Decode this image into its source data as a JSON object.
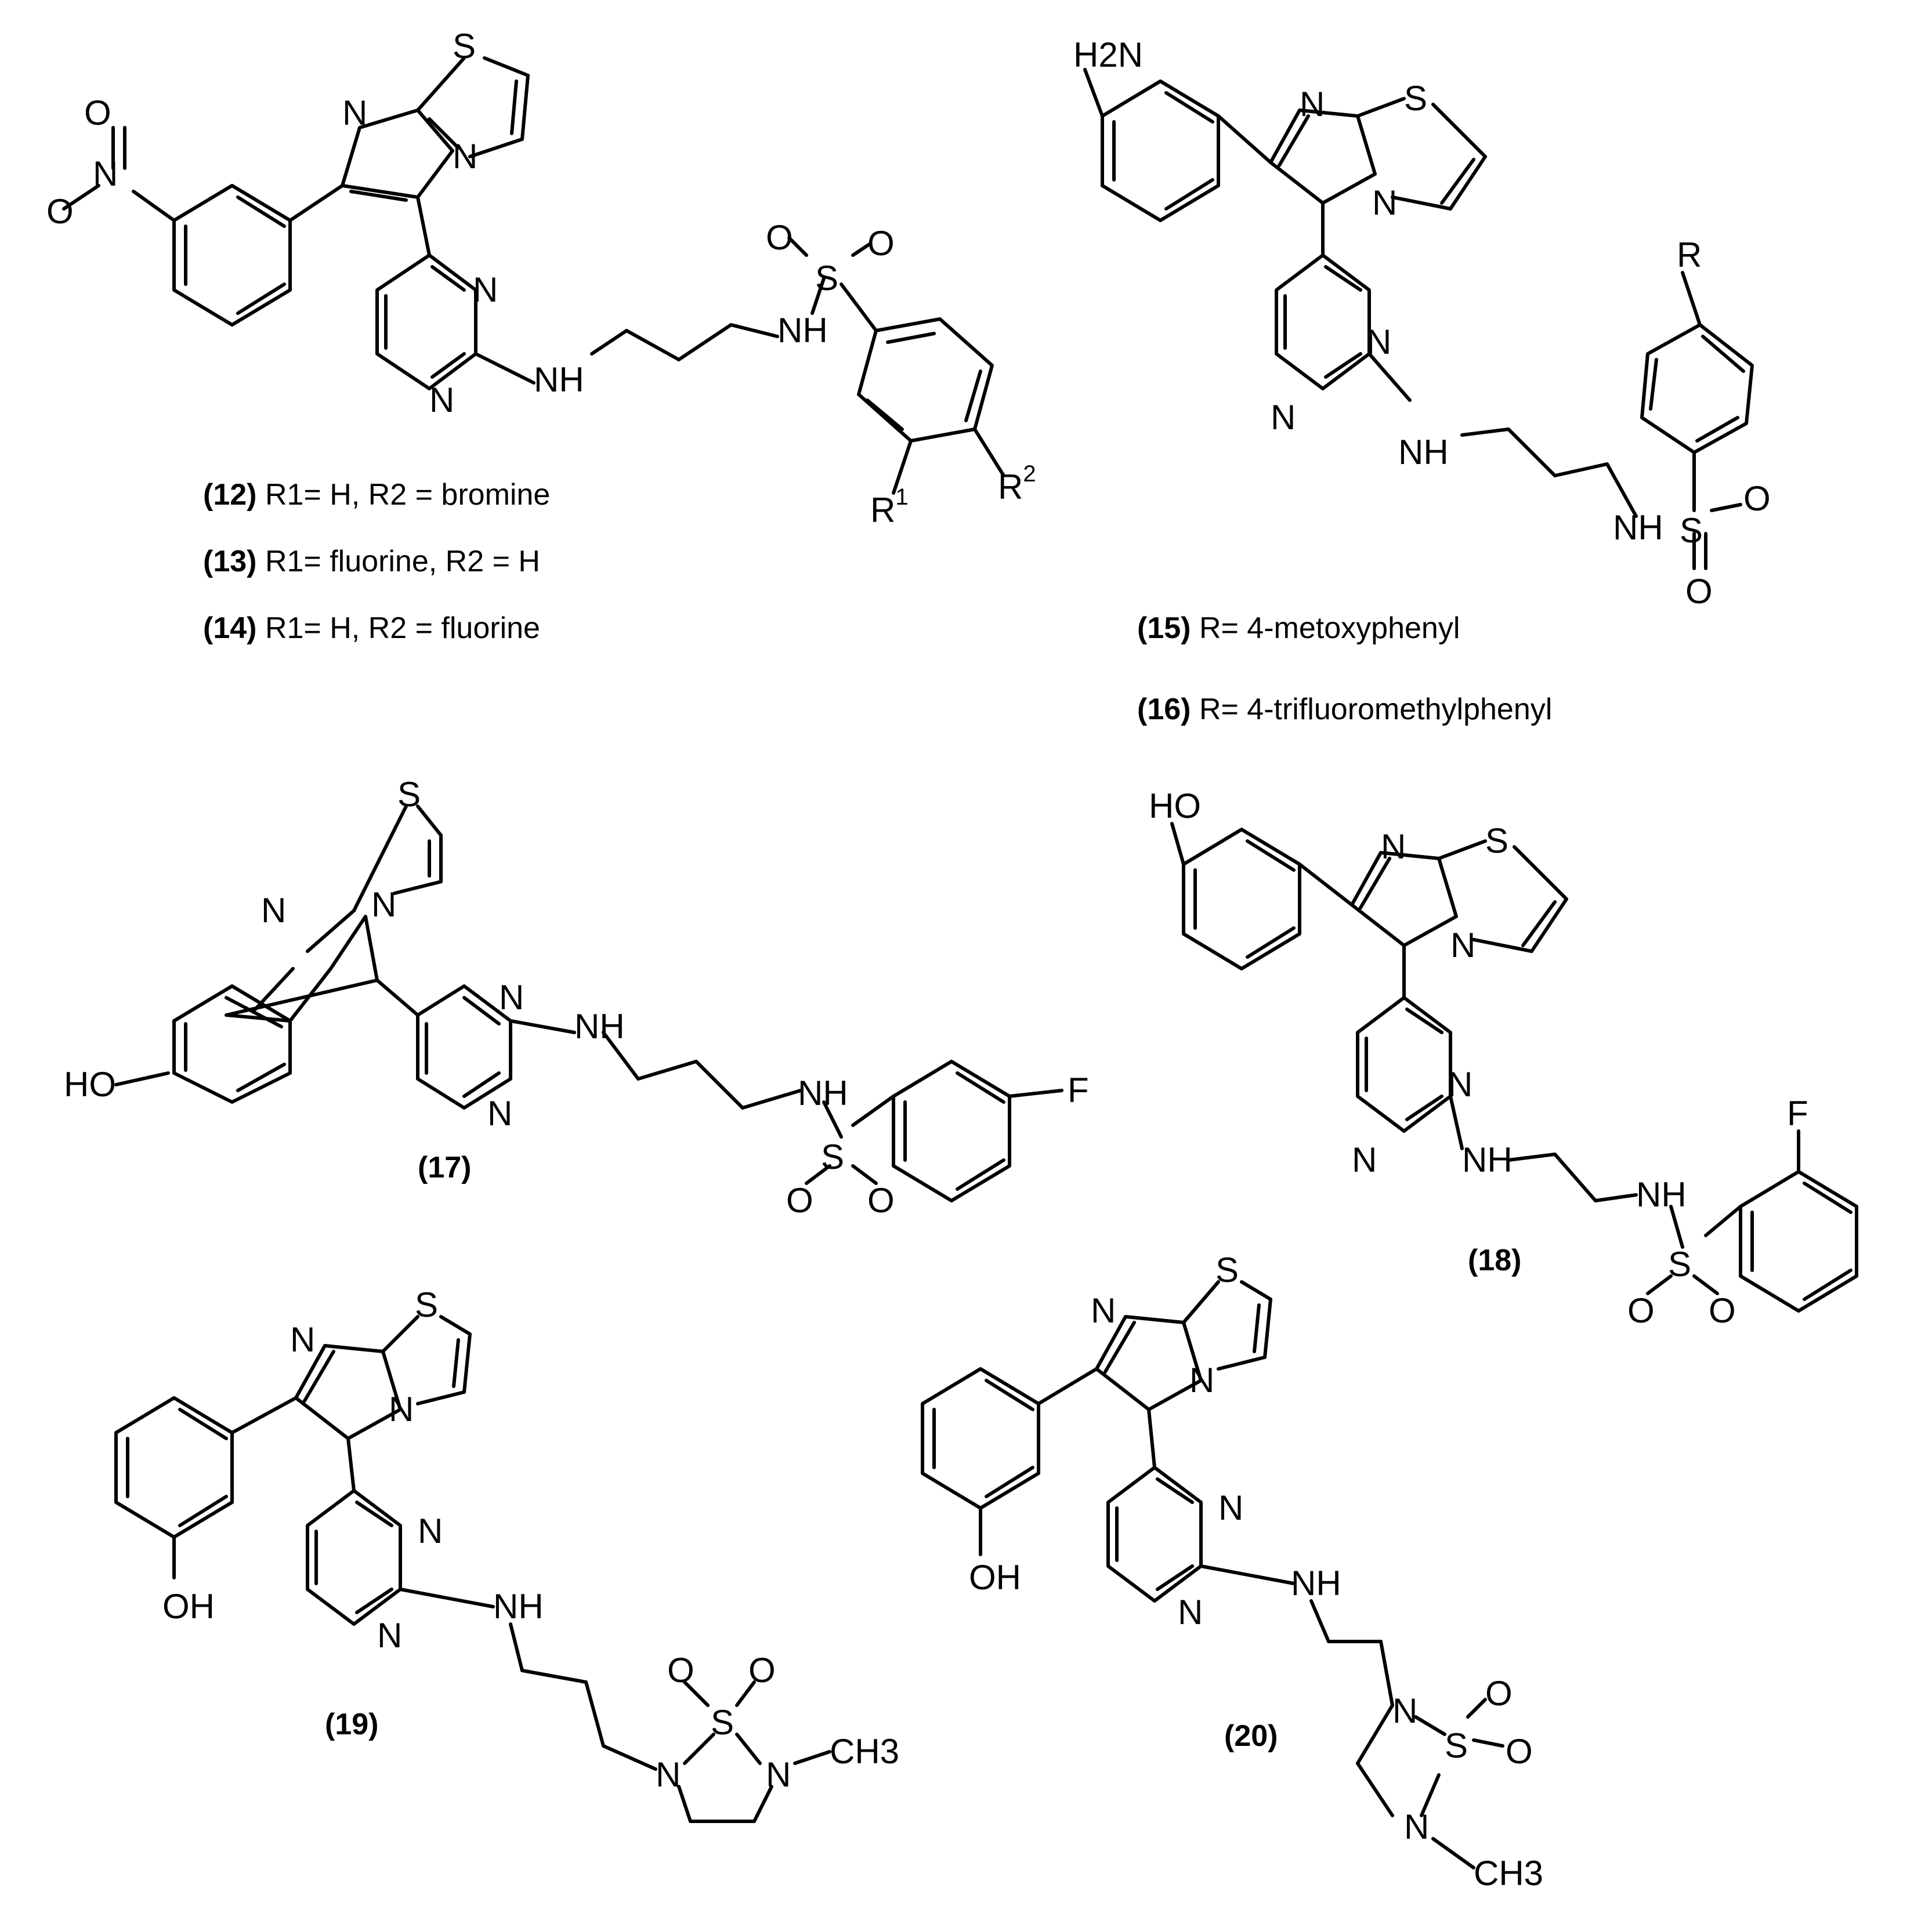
{
  "atoms": {
    "s": "S",
    "n": "N",
    "o": "O",
    "f": "F",
    "r": "R",
    "nh": "NH",
    "h2n": "H2N",
    "ho": "HO",
    "oh": "OH",
    "ch3": "CH3",
    "r1": "R1",
    "r2": "R2",
    "one": "1",
    "two": "2",
    "three": "3"
  },
  "labels": {
    "c12": {
      "num": "(12)",
      "text": "R1= H,  R2 = bromine"
    },
    "c13": {
      "num": "(13)",
      "text": "R1= fluorine,  R2 = H"
    },
    "c14": {
      "num": "(14)",
      "text": "R1= H,  R2 = fluorine"
    },
    "c15": {
      "num": "(15)",
      "text": "R= 4-metoxyphenyl"
    },
    "c16": {
      "num": "(16)",
      "text": "R= 4-trifluoromethylphenyl"
    },
    "c17": {
      "num": "(17)"
    },
    "c18": {
      "num": "(18)"
    },
    "c19": {
      "num": "(19)"
    },
    "c20": {
      "num": "(20)"
    }
  }
}
